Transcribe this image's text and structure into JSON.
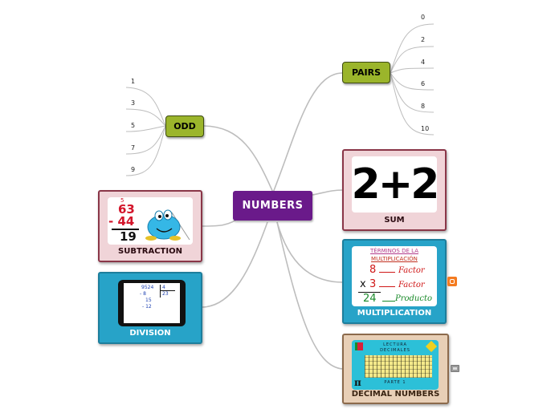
{
  "root": {
    "label": "NUMBERS"
  },
  "pairs": {
    "label": "PAIRS",
    "items": [
      "0",
      "2",
      "4",
      "6",
      "8",
      "10"
    ]
  },
  "odd": {
    "label": "ODD",
    "items": [
      "1",
      "3",
      "5",
      "7",
      "9"
    ]
  },
  "sum": {
    "label": "SUM",
    "image_text": "2+2"
  },
  "subtraction": {
    "label": "SUBTRACTION",
    "minuend": "63",
    "subtrahend": "- 44",
    "result": "19",
    "borrow": "5"
  },
  "division": {
    "label": "DIVISION",
    "worksheet": [
      "9524",
      "- 8",
      "15",
      "- 12"
    ],
    "divisor": "4",
    "quotient": "23"
  },
  "multiplication": {
    "label": "MULTIPLICATION",
    "title_line1": "TÉRMINOS DE LA",
    "title_line2": "MULTIPLICACIÓN",
    "row1_num": "8",
    "row1_word": "Factor",
    "row2_op": "x",
    "row2_num": "3",
    "row2_word": "Factor",
    "row3_num": "24",
    "row3_word": "Producto"
  },
  "decimal": {
    "label": "DECIMAL NUMBERS",
    "title_line1": "LECTURA",
    "title_line2": "DECIMALES",
    "part": "PARTE 1",
    "pi": "π"
  },
  "colors": {
    "root": "#6a1a8a",
    "branch": "#9bb52b",
    "pink_card": "#f0d4d8",
    "blue_card": "#27a3c8",
    "tan_card": "#e8cfb6",
    "connector": "#b9b9b9"
  }
}
